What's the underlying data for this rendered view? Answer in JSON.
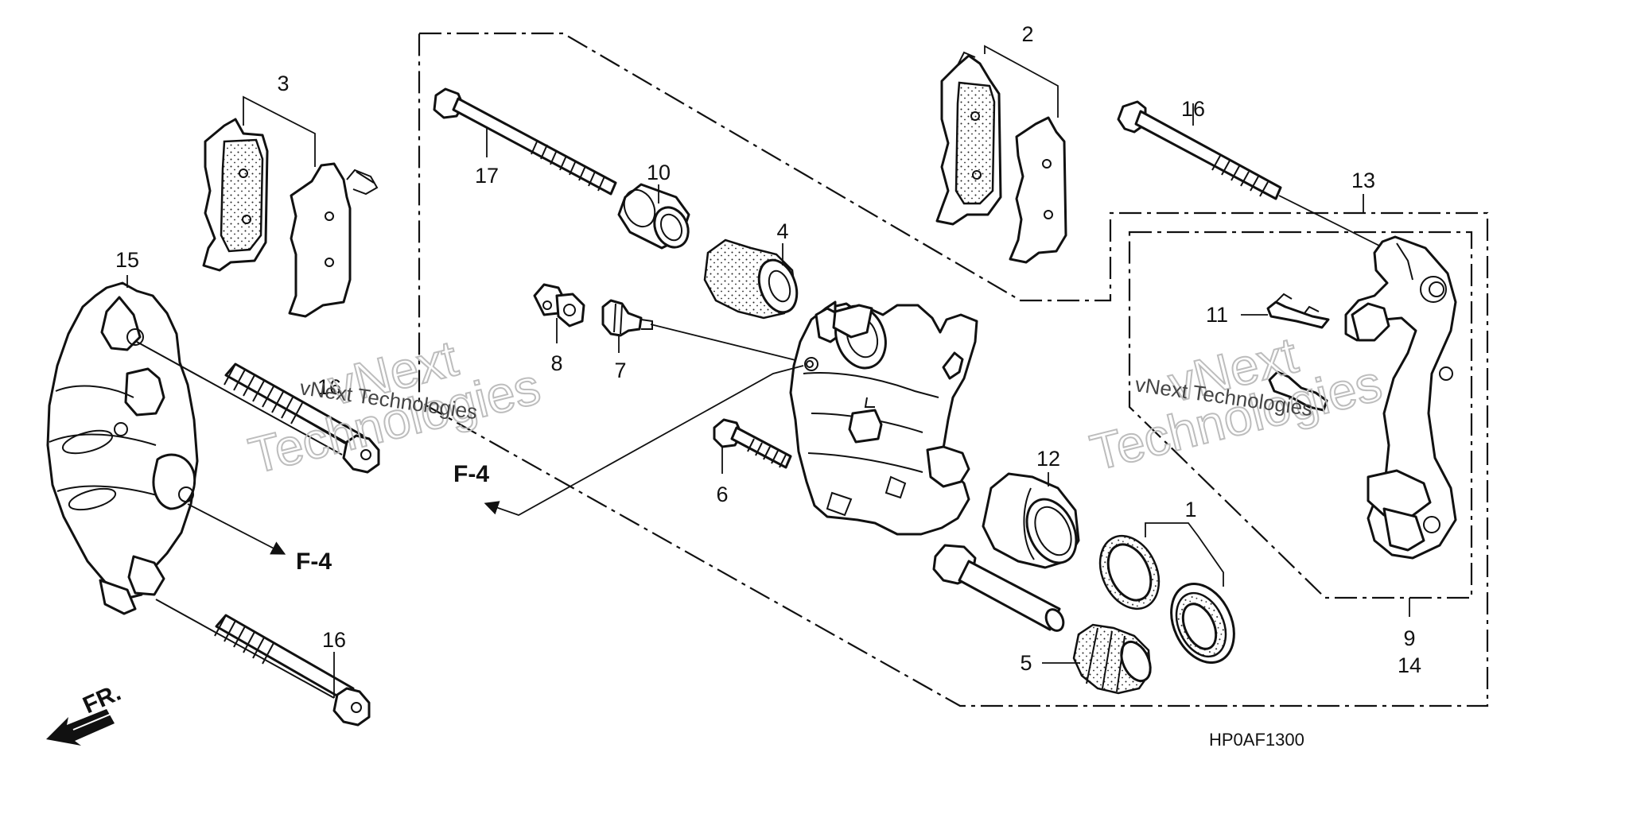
{
  "diagram": {
    "code": "HP0AF1300",
    "direction_label": "FR.",
    "ref_label": "F-4",
    "callouts": {
      "c1": "1",
      "c2": "2",
      "c3": "3",
      "c4": "4",
      "c5": "5",
      "c6": "6",
      "c7": "7",
      "c8": "8",
      "c9": "9",
      "c10": "10",
      "c11": "11",
      "c12": "12",
      "c13": "13",
      "c14": "14",
      "c15": "15",
      "c16a": "16",
      "c16b": "16",
      "c16c": "16",
      "c17": "17"
    },
    "watermarks": {
      "brand_a": "vNext",
      "brand_b": "Technologies",
      "line": "vNext Technologies"
    }
  }
}
